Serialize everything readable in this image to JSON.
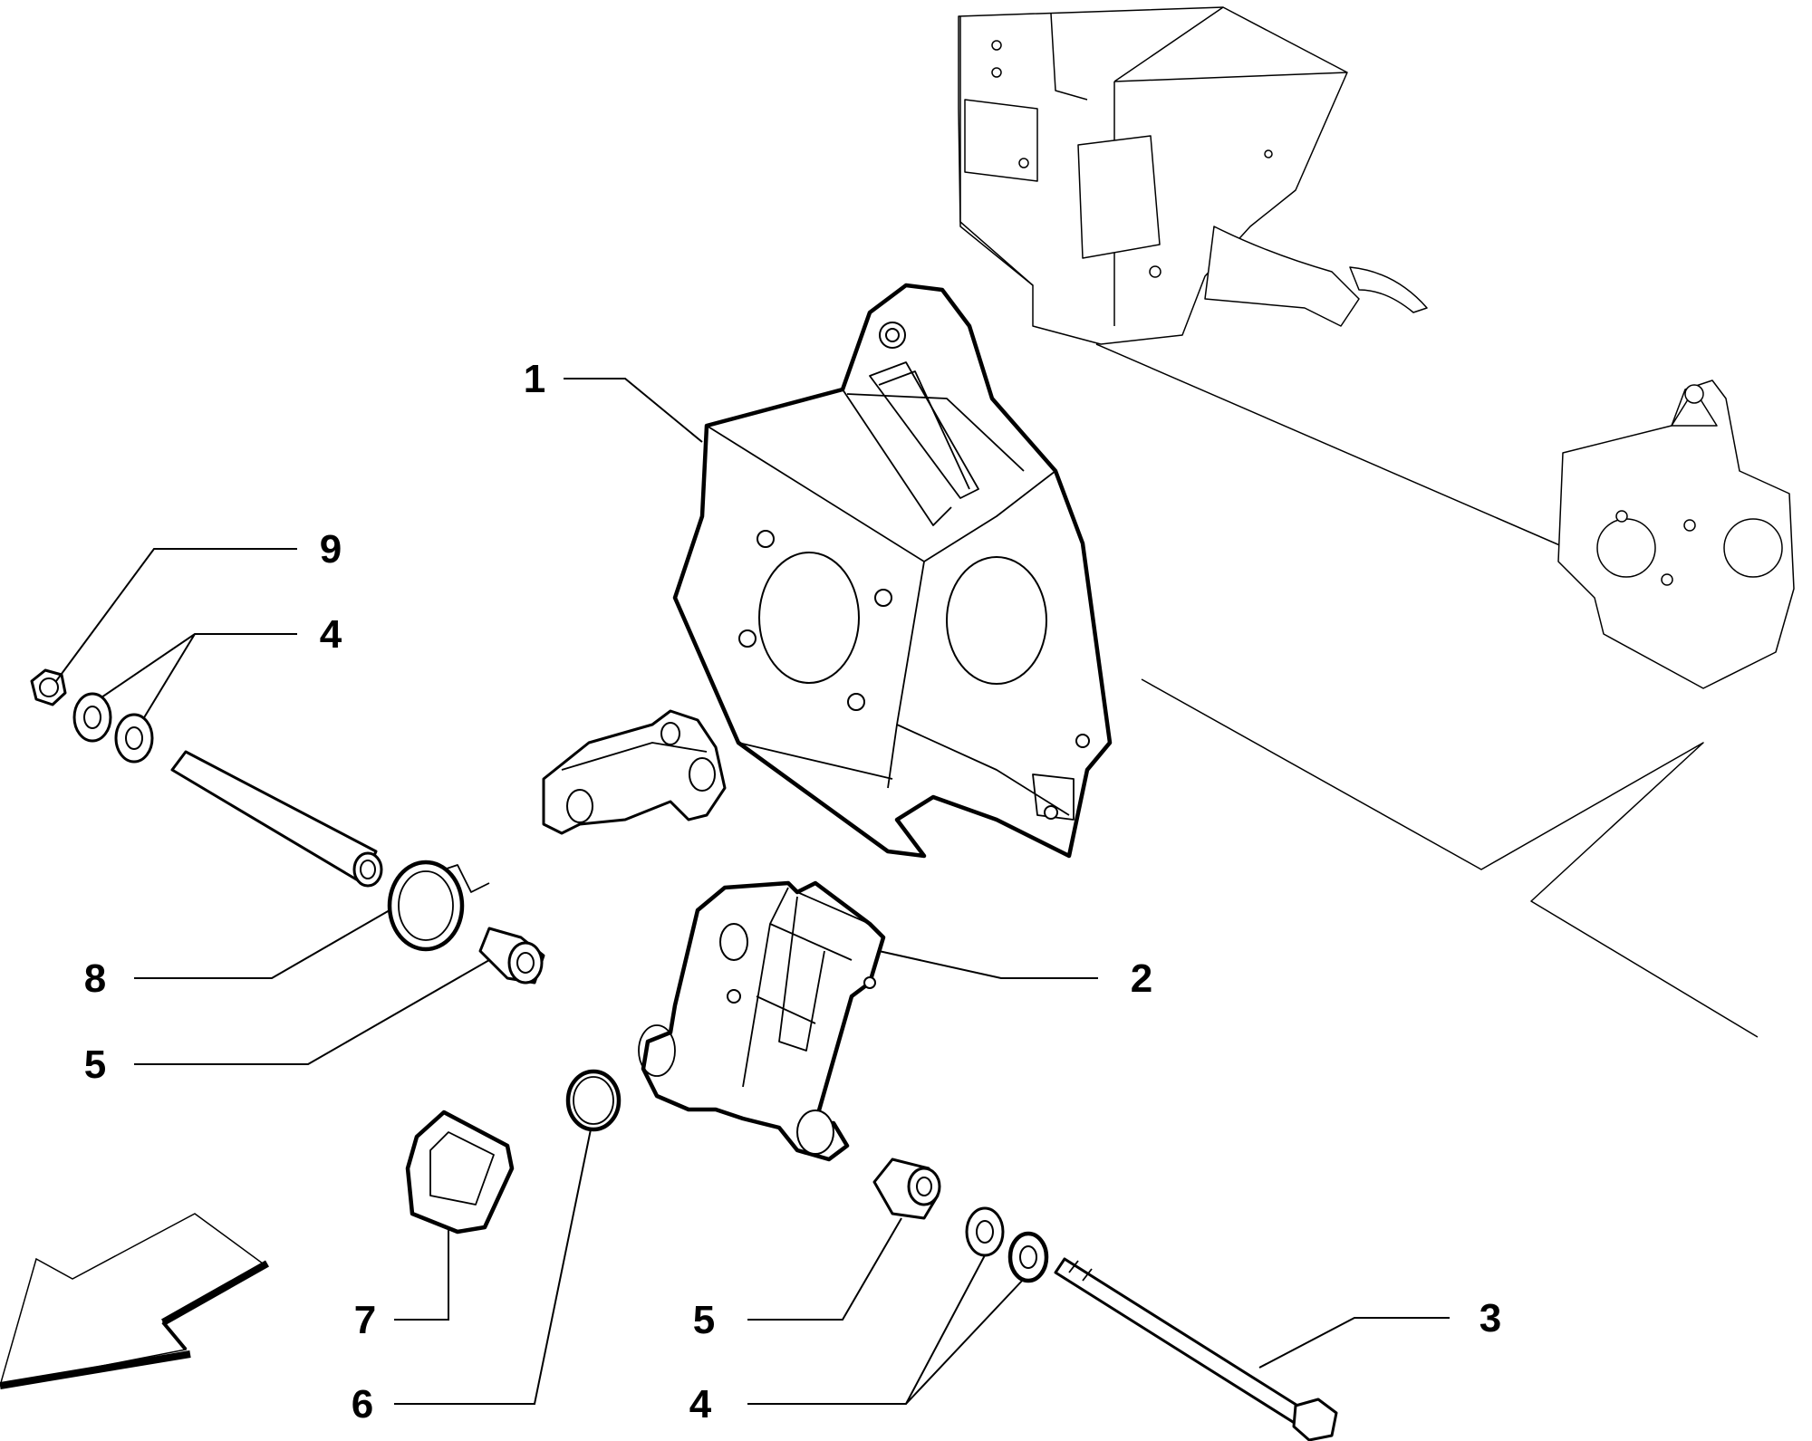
{
  "diagram": {
    "callouts": [
      {
        "id": "c1",
        "label": "1"
      },
      {
        "id": "c2",
        "label": "2"
      },
      {
        "id": "c3",
        "label": "3"
      },
      {
        "id": "c4a",
        "label": "4"
      },
      {
        "id": "c4b",
        "label": "4"
      },
      {
        "id": "c5a",
        "label": "5"
      },
      {
        "id": "c5b",
        "label": "5"
      },
      {
        "id": "c6",
        "label": "6"
      },
      {
        "id": "c7",
        "label": "7"
      },
      {
        "id": "c8",
        "label": "8"
      },
      {
        "id": "c9",
        "label": "9"
      }
    ],
    "orientation_arrow": "front-direction-arrow-icon"
  }
}
